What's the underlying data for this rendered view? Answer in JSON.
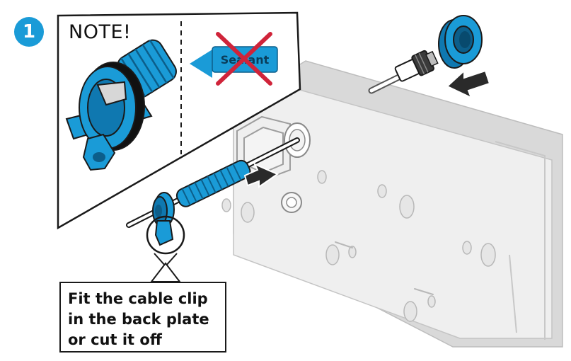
{
  "step": {
    "number": "1"
  },
  "note": {
    "title": "NOTE!"
  },
  "sealant_tag": {
    "text": "Sealant",
    "crossed_out": true
  },
  "callout": {
    "lines": [
      "Fit the cable clip",
      "in the back plate",
      "or cut it off"
    ]
  },
  "icons": {
    "step_badge": "step-number-circle",
    "cross": "red-x-icon",
    "arrow_left": "arrow-left-icon",
    "arrow_right": "arrow-right-icon"
  },
  "colors": {
    "accent_blue": "#1a9bd7",
    "dark_blue": "#0c5e8a",
    "prohibit_red": "#d0243a",
    "outline": "#1a1a1a",
    "panel_grey": "#dcdcdc"
  }
}
